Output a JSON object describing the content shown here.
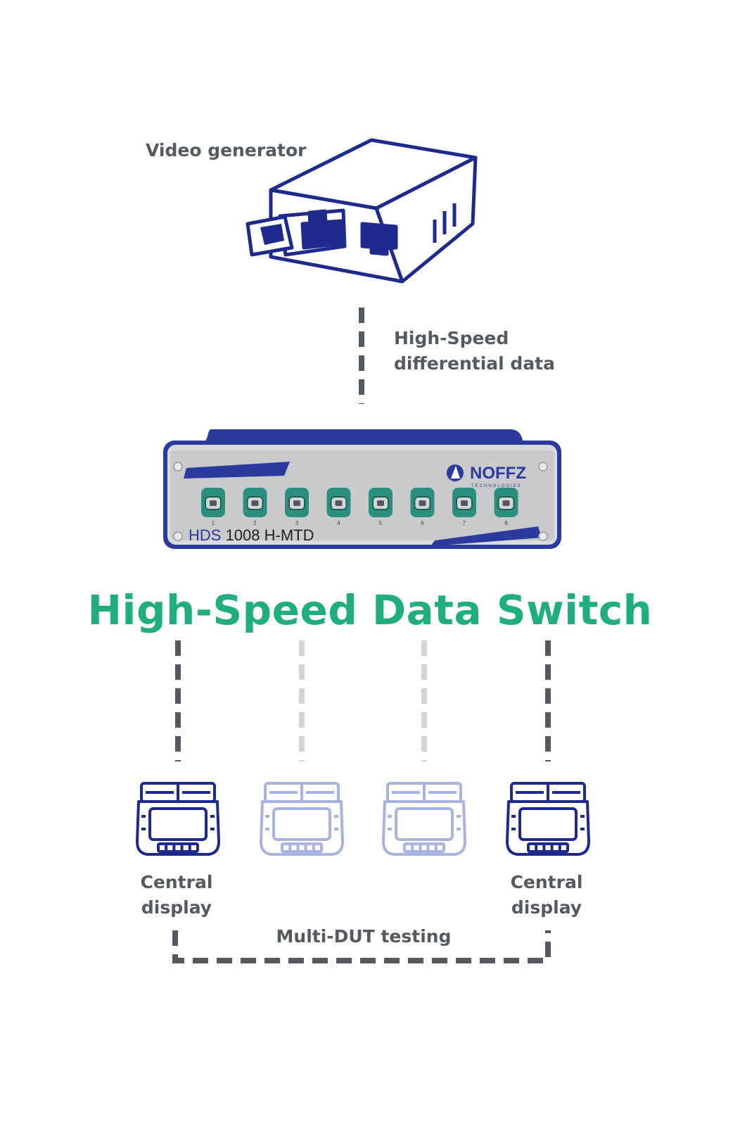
{
  "source": {
    "label": "Video generator",
    "icon": "video-generator-icon"
  },
  "link": {
    "line1": "High-Speed",
    "line2": "differential data"
  },
  "device": {
    "brand": "NOFFZ",
    "brand_sub": "TECHNOLOGIES",
    "model_prefix": "HDS",
    "model_rest": " 1008 H-MTD",
    "port_numbers": [
      "1",
      "2",
      "3",
      "4",
      "5",
      "6",
      "7",
      "8"
    ]
  },
  "title": "High-Speed Data Switch",
  "targets": [
    {
      "line1": "Central",
      "line2": "display",
      "active": true
    },
    {
      "line1": "",
      "line2": "",
      "active": false
    },
    {
      "line1": "",
      "line2": "",
      "active": false
    },
    {
      "line1": "Central",
      "line2": "display",
      "active": true
    }
  ],
  "footer": "Multi-DUT testing",
  "colors": {
    "outline_blue": "#1e2a8c",
    "faded_blue": "#a9b3e2",
    "accent_green": "#1fae7c",
    "dash_dark": "#555a60",
    "dash_light": "#d2d4d6",
    "port_teal": "#2a8f7e"
  }
}
